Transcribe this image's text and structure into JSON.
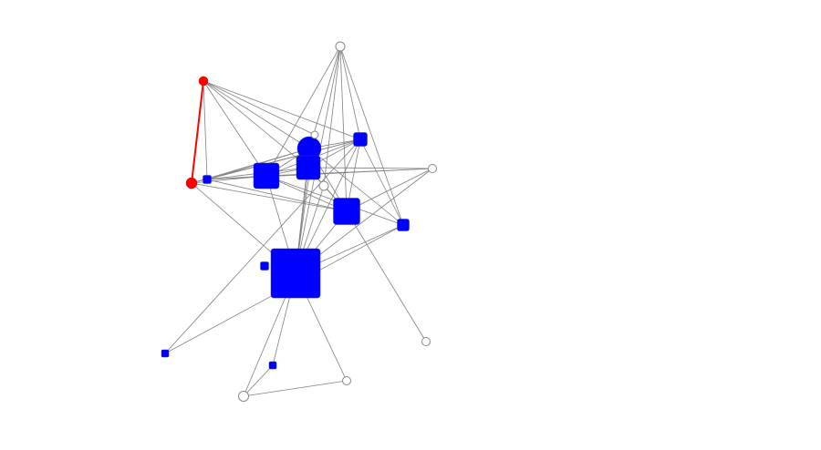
{
  "colors": {
    "background": "#ffffff",
    "edge": "#808080",
    "highlight_edge": "#ff0000",
    "blue_node": "#0000ff",
    "red_node": "#ff0000",
    "hollow_node_fill": "#ffffff",
    "hollow_node_stroke": "#888888"
  },
  "graph": {
    "nodes": [
      {
        "id": "n1",
        "kind": "circle",
        "style": "hollow"
      },
      {
        "id": "n2",
        "kind": "circle",
        "style": "red"
      },
      {
        "id": "n3",
        "kind": "circle",
        "style": "red"
      },
      {
        "id": "n4",
        "kind": "square",
        "style": "blue"
      },
      {
        "id": "n5",
        "kind": "square",
        "style": "blue"
      },
      {
        "id": "n6",
        "kind": "circle",
        "style": "blue"
      },
      {
        "id": "n7",
        "kind": "square",
        "style": "blue"
      },
      {
        "id": "n8",
        "kind": "square",
        "style": "blue"
      },
      {
        "id": "n9",
        "kind": "circle",
        "style": "hollow"
      },
      {
        "id": "n10",
        "kind": "circle",
        "style": "hollow"
      },
      {
        "id": "n11",
        "kind": "circle",
        "style": "hollow"
      },
      {
        "id": "n12",
        "kind": "square",
        "style": "blue"
      },
      {
        "id": "n13",
        "kind": "square",
        "style": "blue"
      },
      {
        "id": "n14",
        "kind": "square",
        "style": "blue"
      },
      {
        "id": "n15",
        "kind": "square",
        "style": "blue"
      },
      {
        "id": "n16",
        "kind": "circle",
        "style": "hollow"
      },
      {
        "id": "n17",
        "kind": "square",
        "style": "blue"
      },
      {
        "id": "n18",
        "kind": "square",
        "style": "blue"
      },
      {
        "id": "n19",
        "kind": "circle",
        "style": "hollow"
      },
      {
        "id": "n20",
        "kind": "circle",
        "style": "hollow"
      }
    ],
    "edges": [
      [
        "n2",
        "n3",
        "highlight"
      ],
      [
        "n2",
        "n4"
      ],
      [
        "n2",
        "n7"
      ],
      [
        "n2",
        "n6"
      ],
      [
        "n2",
        "n8"
      ],
      [
        "n2",
        "n5"
      ],
      [
        "n2",
        "n9"
      ],
      [
        "n3",
        "n7"
      ],
      [
        "n3",
        "n6"
      ],
      [
        "n3",
        "n5"
      ],
      [
        "n3",
        "n12"
      ],
      [
        "n3",
        "n14"
      ],
      [
        "n1",
        "n7"
      ],
      [
        "n1",
        "n6"
      ],
      [
        "n1",
        "n5"
      ],
      [
        "n1",
        "n12"
      ],
      [
        "n1",
        "n11"
      ],
      [
        "n1",
        "n13"
      ],
      [
        "n1",
        "n14"
      ],
      [
        "n4",
        "n5"
      ],
      [
        "n4",
        "n7"
      ],
      [
        "n4",
        "n6"
      ],
      [
        "n4",
        "n8"
      ],
      [
        "n4",
        "n12"
      ],
      [
        "n4",
        "n10"
      ],
      [
        "n7",
        "n5"
      ],
      [
        "n7",
        "n6"
      ],
      [
        "n7",
        "n8"
      ],
      [
        "n7",
        "n12"
      ],
      [
        "n7",
        "n13"
      ],
      [
        "n7",
        "n14"
      ],
      [
        "n7",
        "n17"
      ],
      [
        "n6",
        "n5"
      ],
      [
        "n6",
        "n8"
      ],
      [
        "n6",
        "n12"
      ],
      [
        "n6",
        "n14"
      ],
      [
        "n6",
        "n9"
      ],
      [
        "n6",
        "n13"
      ],
      [
        "n5",
        "n8"
      ],
      [
        "n5",
        "n12"
      ],
      [
        "n5",
        "n10"
      ],
      [
        "n5",
        "n14"
      ],
      [
        "n8",
        "n12"
      ],
      [
        "n8",
        "n14"
      ],
      [
        "n8",
        "n11"
      ],
      [
        "n8",
        "n10"
      ],
      [
        "n12",
        "n10"
      ],
      [
        "n12",
        "n16"
      ],
      [
        "n12",
        "n11"
      ],
      [
        "n10",
        "n14"
      ],
      [
        "n14",
        "n13"
      ],
      [
        "n14",
        "n18"
      ],
      [
        "n14",
        "n19"
      ],
      [
        "n14",
        "n20"
      ],
      [
        "n14",
        "n12"
      ],
      [
        "n13",
        "n17"
      ],
      [
        "n13",
        "n5"
      ],
      [
        "n18",
        "n20"
      ],
      [
        "n19",
        "n20"
      ],
      [
        "n9",
        "n14"
      ],
      [
        "n11",
        "n14"
      ]
    ]
  }
}
